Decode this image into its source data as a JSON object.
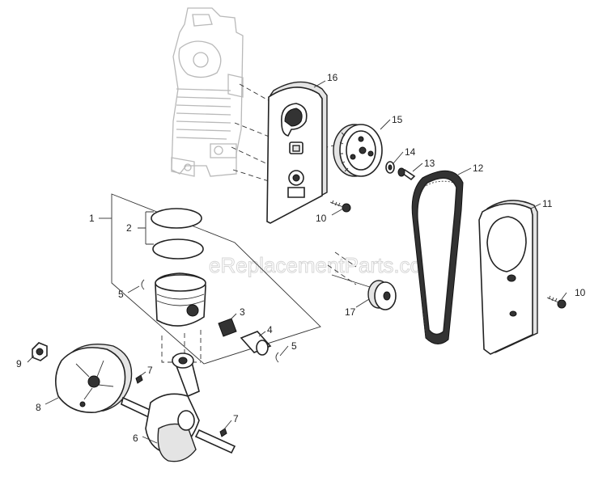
{
  "watermark": "eReplacementParts.com",
  "callouts": {
    "c1": "1",
    "c2": "2",
    "c3": "3",
    "c4": "4",
    "c5a": "5",
    "c5b": "5",
    "c6": "6",
    "c7a": "7",
    "c7b": "7",
    "c8": "8",
    "c9": "9",
    "c10a": "10",
    "c10b": "10",
    "c11": "11",
    "c12": "12",
    "c13": "13",
    "c14": "14",
    "c15": "15",
    "c16": "16",
    "c17": "17"
  }
}
